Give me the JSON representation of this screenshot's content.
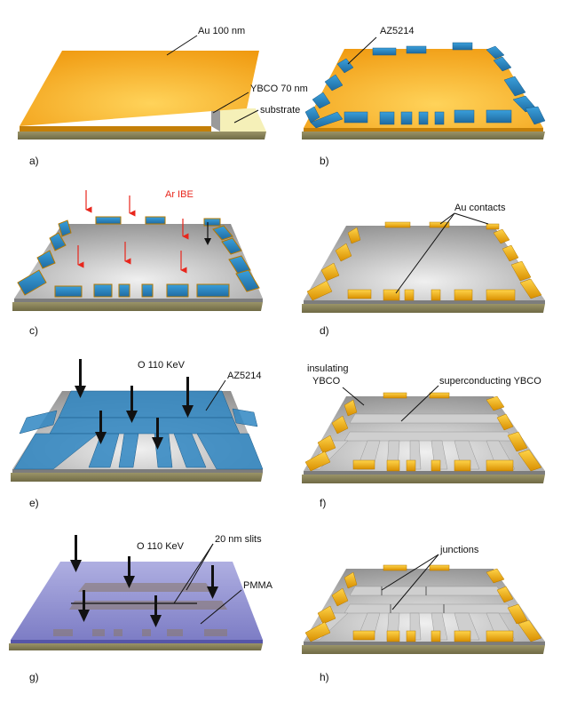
{
  "panels": {
    "a": {
      "caption": "a)",
      "label_au": "Au 100 nm",
      "label_ybco": "YBCO 70 nm",
      "label_substrate": "substrate"
    },
    "b": {
      "caption": "b)",
      "label_resist": "AZ5214"
    },
    "c": {
      "caption": "c)",
      "label_ibe": "Ar IBE"
    },
    "d": {
      "caption": "d)",
      "label_contacts": "Au contacts"
    },
    "e": {
      "caption": "e)",
      "label_ion": "O 110 KeV",
      "label_resist": "AZ5214"
    },
    "f": {
      "caption": "f)",
      "label_insulating_1": "insulating",
      "label_insulating_2": "YBCO",
      "label_superconducting": "superconducting YBCO"
    },
    "g": {
      "caption": "g)",
      "label_ion": "O 110 KeV",
      "label_slits": "20 nm slits",
      "label_pmma": "PMMA"
    },
    "h": {
      "caption": "h)",
      "label_junctions": "junctions"
    }
  },
  "colors": {
    "gold": "#f2a81c",
    "gold_light": "#ffd35a",
    "ybco_gray": "#9a9a9a",
    "substrate": "#8a8560",
    "resist_blue": "#2f86c2",
    "ion_red": "#e8261c",
    "pmma_violet": "#8a8ad0",
    "ybco_insulating": "#dcdcdc"
  }
}
